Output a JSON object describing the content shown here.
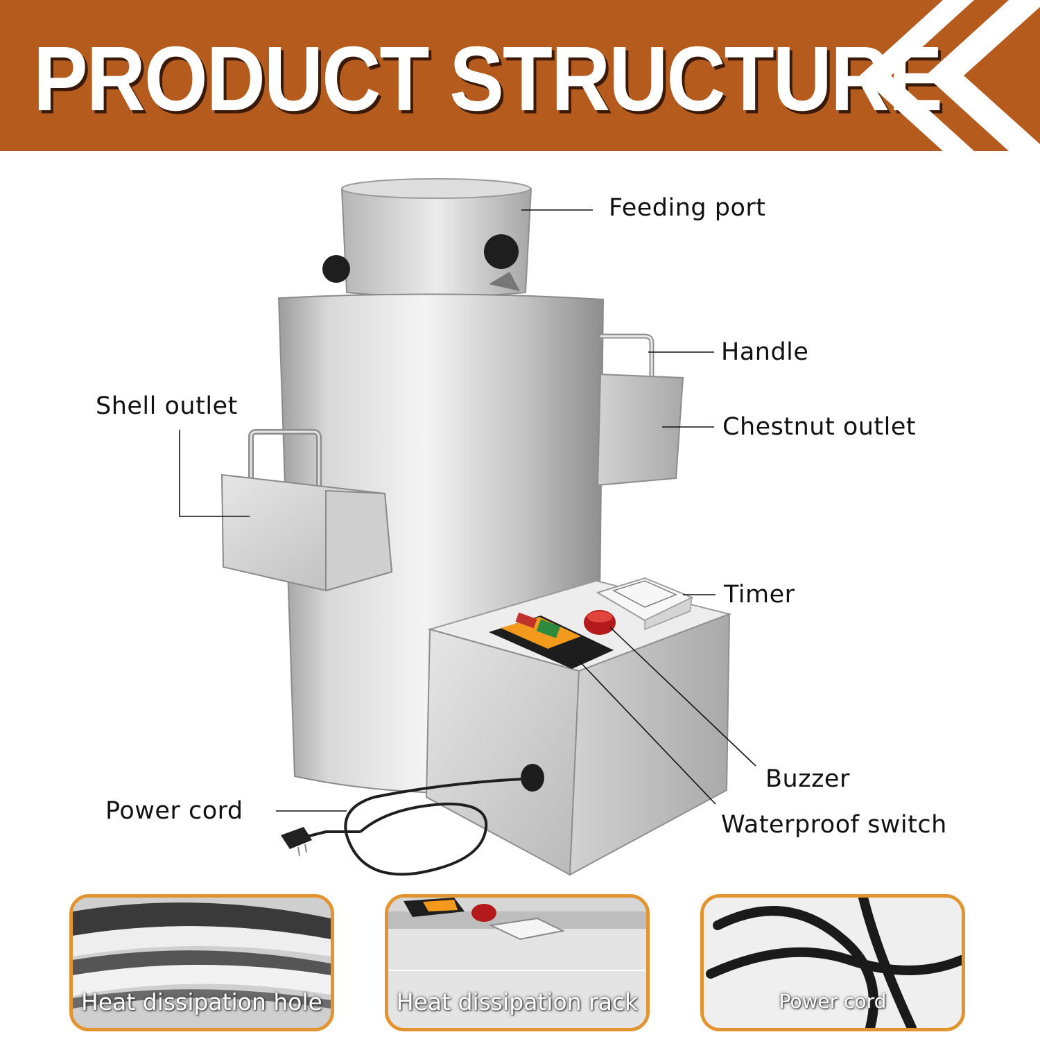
{
  "banner": {
    "title": "PRODUCT STRUCTURE",
    "color": "#b45b1d"
  },
  "labels": {
    "feeding_port": "Feeding port",
    "handle": "Handle",
    "shell_outlet": "Shell outlet",
    "chestnut_outlet": "Chestnut outlet",
    "timer": "Timer",
    "buzzer": "Buzzer",
    "waterproof_switch": "Waterproof switch",
    "power_cord": "Power cord"
  },
  "thumbnails": [
    {
      "caption": "Heat dissipation hole"
    },
    {
      "caption": "Heat dissipation rack"
    },
    {
      "caption": "Power cord"
    }
  ],
  "colors": {
    "thumbnail_border": "#e3942f",
    "steel": "#c9c9c9"
  }
}
